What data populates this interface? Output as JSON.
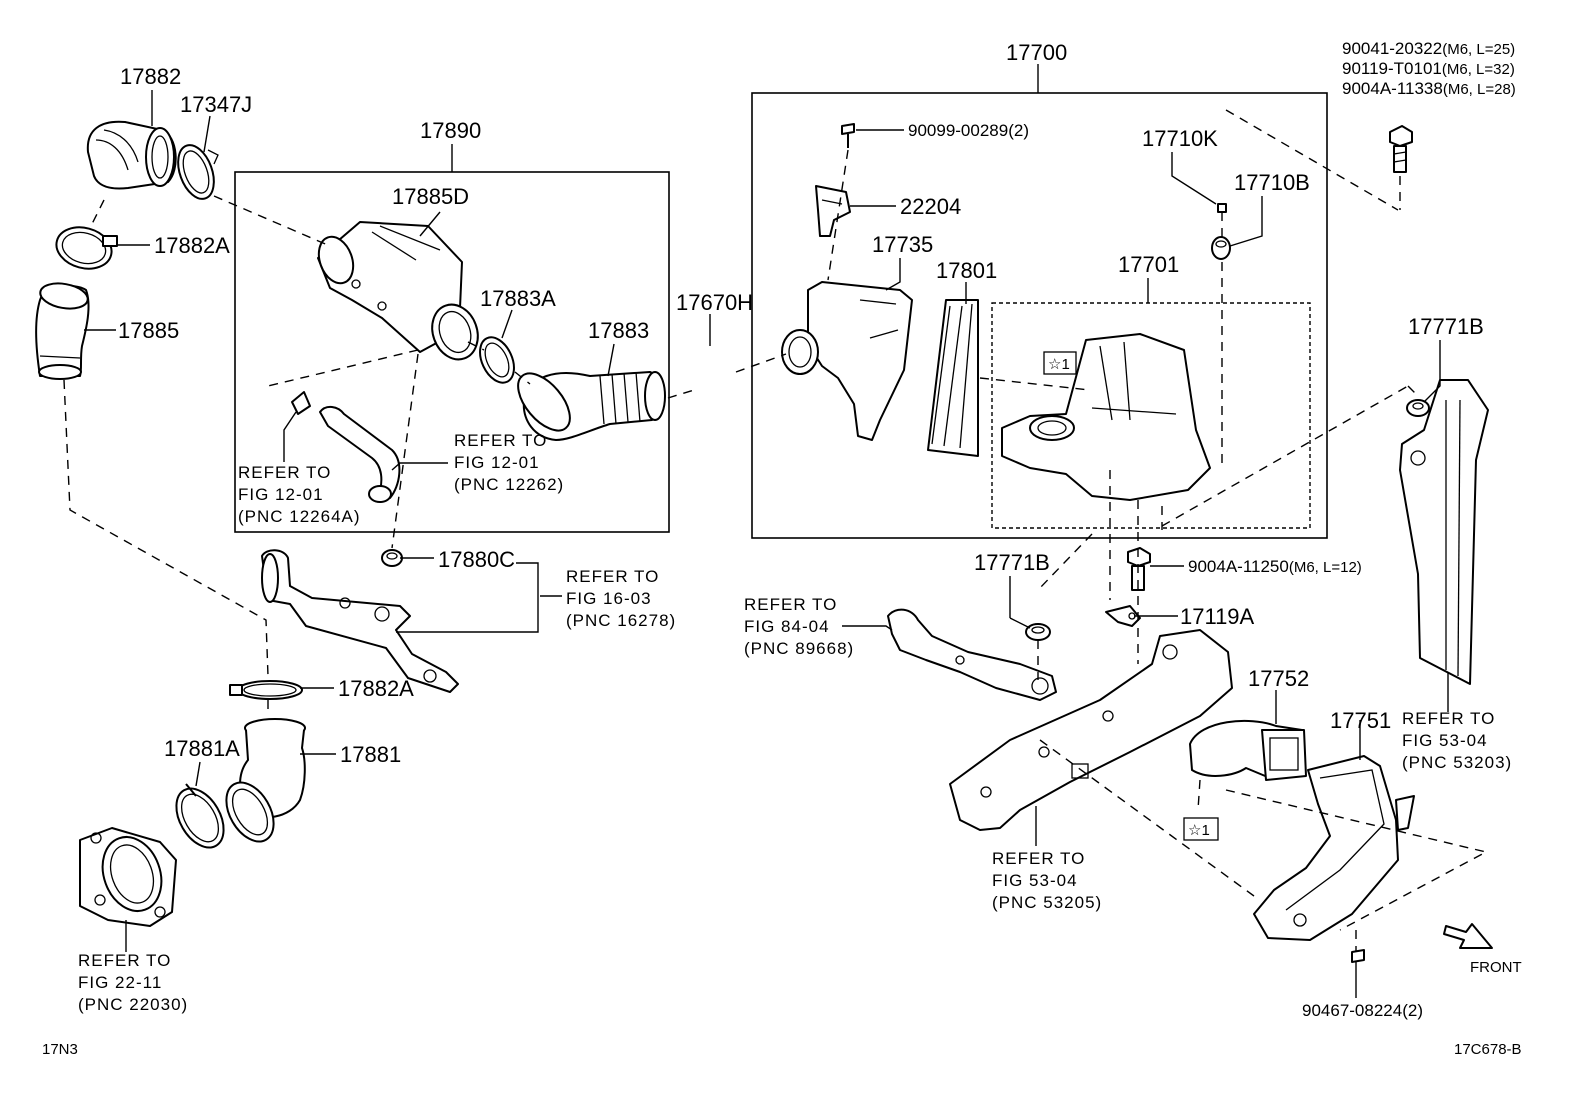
{
  "parts": {
    "p17882": "17882",
    "p17347j": "17347J",
    "p17882a_top": "17882A",
    "p17885": "17885",
    "p17890": "17890",
    "p17885d": "17885D",
    "p17883a": "17883A",
    "p17883": "17883",
    "p17670h": "17670H",
    "p17880c": "17880C",
    "p17882a_bottom": "17882A",
    "p17881a": "17881A",
    "p17881": "17881",
    "p17700": "17700",
    "p90099": "90099-00289(2)",
    "p22204": "22204",
    "p17735": "17735",
    "p17801": "17801",
    "p17701": "17701",
    "p17710k": "17710K",
    "p17710b": "17710B",
    "p17771b_right": "17771B",
    "p17771b_center": "17771B",
    "p9004a_11250": "9004A-11250",
    "p9004a_11250_spec": "(M6, L=12)",
    "p17119a": "17119A",
    "p17752": "17752",
    "p17751": "17751",
    "p90467": "90467-08224(2)"
  },
  "bolts": [
    {
      "number": "90041-20322",
      "spec": "(M6, L=25)"
    },
    {
      "number": "90119-T0101",
      "spec": "(M6, L=32)"
    },
    {
      "number": "9004A-11338",
      "spec": "(M6, L=28)"
    }
  ],
  "refs": {
    "ref_12264a": [
      "REFER TO",
      "FIG 12-01",
      "(PNC 12264A)"
    ],
    "ref_12262": [
      "REFER TO",
      "FIG 12-01",
      "(PNC 12262)"
    ],
    "ref_16278": [
      "REFER TO",
      "FIG 16-03",
      "(PNC 16278)"
    ],
    "ref_22030": [
      "REFER TO",
      "FIG 22-11",
      "(PNC 22030)"
    ],
    "ref_89668": [
      "REFER TO",
      "FIG 84-04",
      "(PNC 89668)"
    ],
    "ref_53205": [
      "REFER TO",
      "FIG 53-04",
      "(PNC 53205)"
    ],
    "ref_53203": [
      "REFER TO",
      "FIG 53-04",
      "(PNC 53203)"
    ]
  },
  "markers": {
    "star1_a": "☆1",
    "star1_b": "☆1"
  },
  "front_label": "FRONT",
  "footer": {
    "left_code": "17N3",
    "right_code": "17C678-B"
  }
}
